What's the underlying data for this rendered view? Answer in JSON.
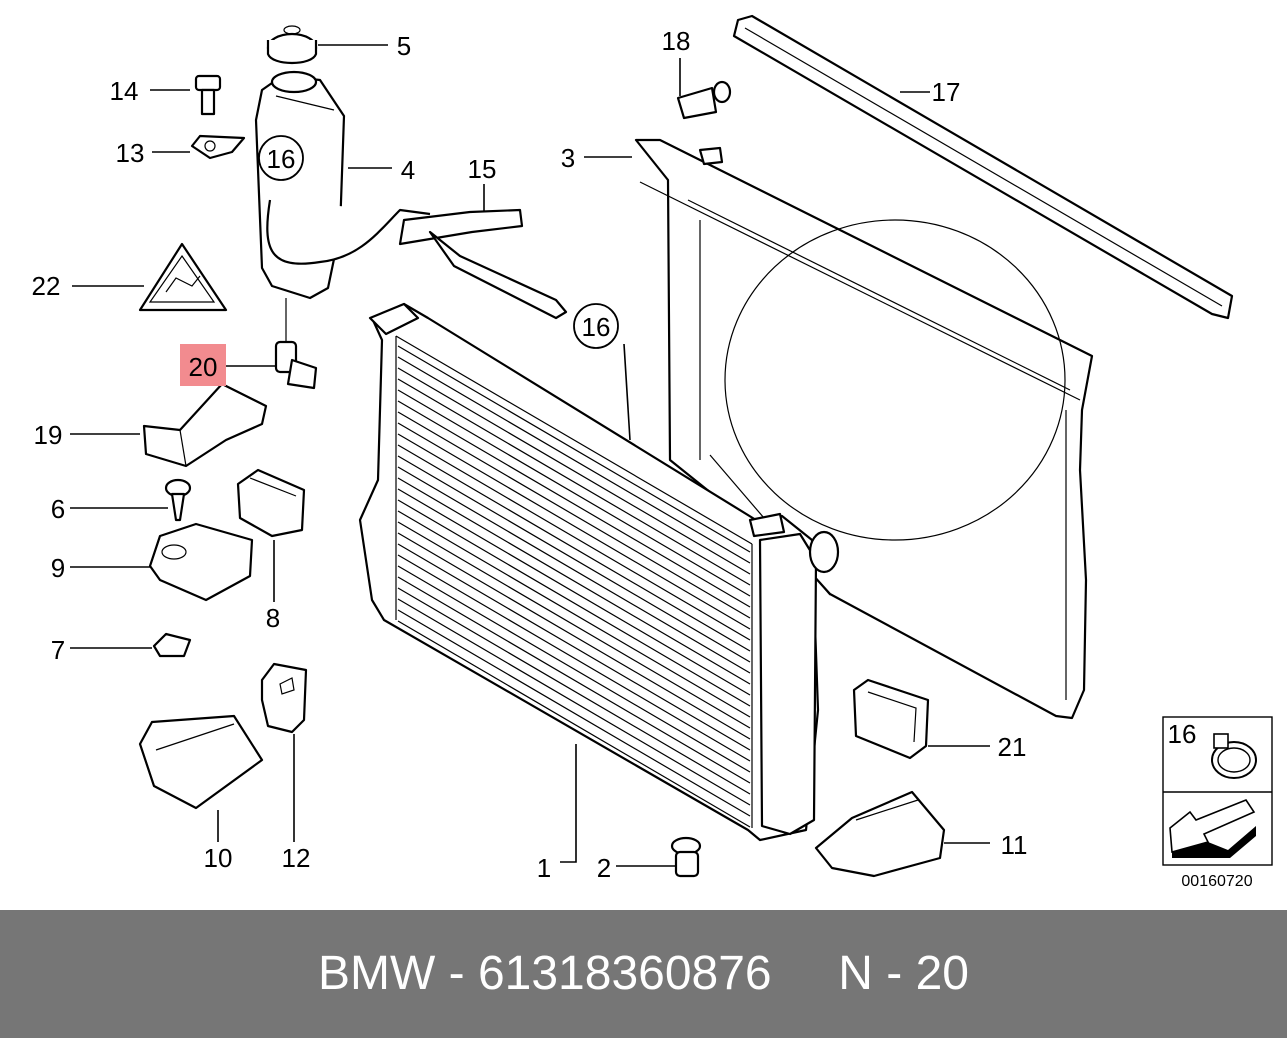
{
  "diagram": {
    "callouts": [
      "1",
      "2",
      "3",
      "4",
      "5",
      "6",
      "7",
      "8",
      "9",
      "10",
      "11",
      "12",
      "13",
      "14",
      "15",
      "16",
      "17",
      "18",
      "19",
      "20",
      "21",
      "22"
    ],
    "circled_ref": "16",
    "highlighted": "20",
    "highlight_color": "#f28b8f",
    "legend_number": "16",
    "image_code": "00160720"
  },
  "footer": {
    "text": "BMW - 61318360876     N - 20",
    "background": "#767676"
  }
}
